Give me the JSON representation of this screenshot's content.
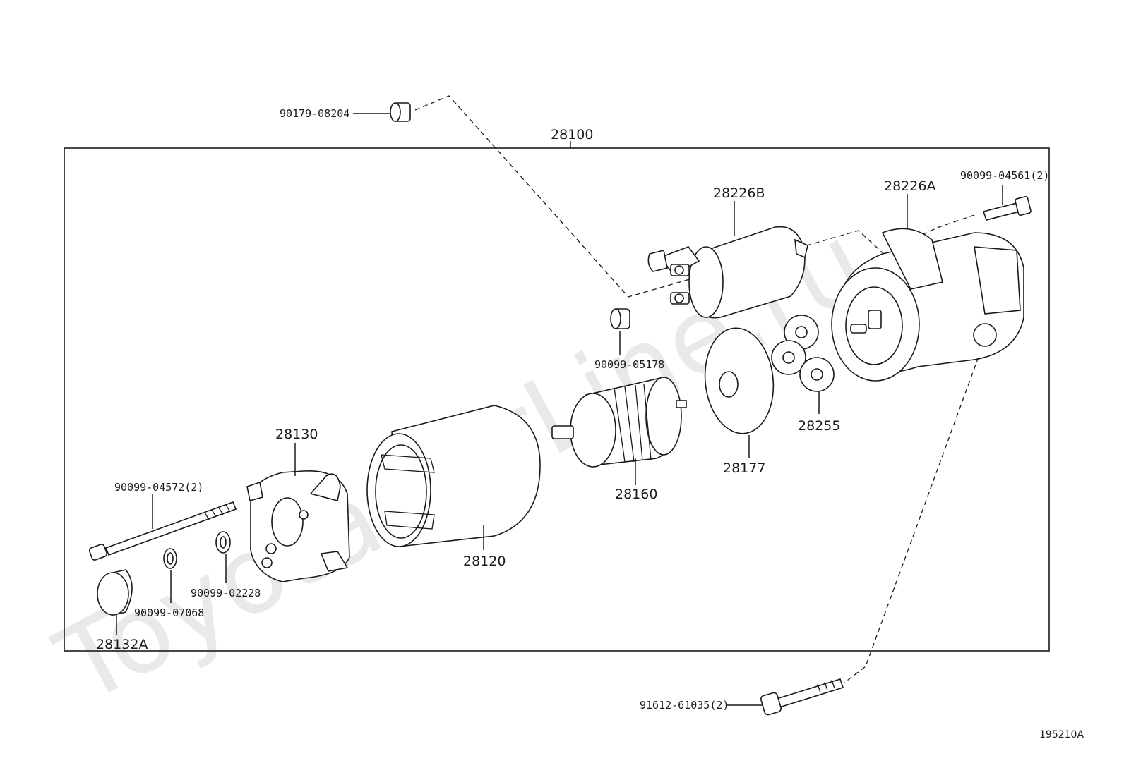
{
  "watermark": "ToyotaCarLine.ru",
  "assembly_label": "28100",
  "reference_code": "195210A",
  "parts": {
    "bolt_top": "90179-08204",
    "solenoid": "28226B",
    "housing": "28226A",
    "housing_bolt": "90099-04561(2)",
    "solenoid_nut": "90099-05178",
    "gears": "28255",
    "plate": "28177",
    "armature": "28160",
    "yoke": "28120",
    "brush_holder": "28130",
    "through_bolt": "90099-04572(2)",
    "cap": "28132A",
    "washer_small": "90099-07068",
    "washer_large": "90099-02228",
    "mount_bolt": "91612-61035(2)"
  }
}
